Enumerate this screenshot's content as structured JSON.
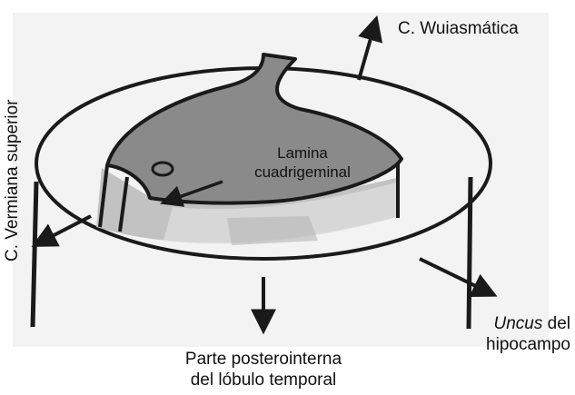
{
  "labels": {
    "wuiasmatica": "C. Wuiasmática",
    "vermiana_superior": "C. Vermiana superior",
    "lamina_line1": "Lamina",
    "lamina_line2": "cuadrigeminal",
    "uncus_italic": "Uncus",
    "uncus_rest": " del",
    "hipocampo": "hipocampo",
    "parte_line1": "Parte posterointerna",
    "parte_line2": "del lóbulo temporal"
  },
  "colors": {
    "background_panel": "#f3f3f3",
    "outline": "#1a1a1a",
    "lamina_surface": "#8a8a8a",
    "cylinder_wall": "#c2c2c2",
    "cylinder_wall_light": "#dcdcdc"
  },
  "icons": {
    "arrow": "arrow-head"
  }
}
